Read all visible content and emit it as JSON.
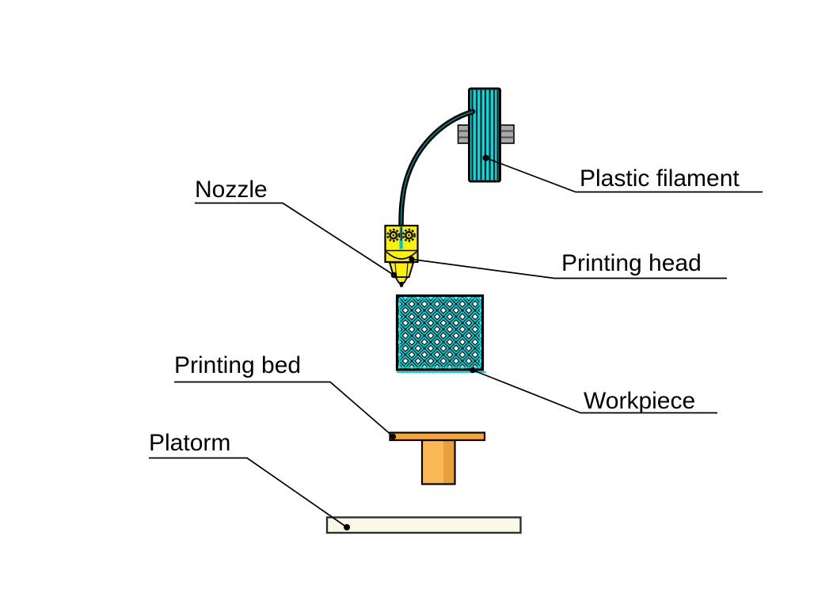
{
  "diagram": {
    "labels": {
      "nozzle": "Nozzle",
      "plastic_filament": "Plastic filament",
      "printing_head": "Printing head",
      "workpiece": "Workpiece",
      "printing_bed": "Printing bed",
      "platform": "Platorm"
    },
    "colors": {
      "filament_cyan": "#00DFE4",
      "tube_teal": "#0E7C86",
      "head_yellow": "#FFF104",
      "bed_orange": "#F6A637",
      "pedestal_orange_light": "#FBB954",
      "pedestal_orange_dark": "#E89F3D",
      "platform_cream": "#FCF8E8",
      "axle_gray": "#A8A8A8",
      "outline_black": "#000000"
    }
  }
}
